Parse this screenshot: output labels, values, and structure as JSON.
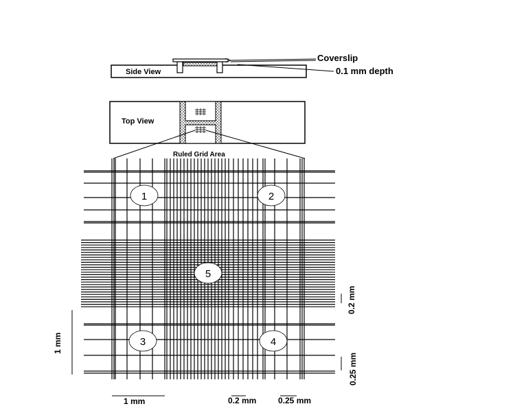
{
  "labels": {
    "coverslip": "Coverslip",
    "depth": "0.1 mm depth",
    "side_view": "Side View",
    "top_view": "Top View",
    "ruled_grid_area": "Ruled Grid Area",
    "square_1": "1",
    "square_2": "2",
    "square_3": "3",
    "square_4": "4",
    "square_5": "5",
    "dim_1mm_vertical": "1 mm",
    "dim_1mm_horizontal": "1 mm",
    "dim_02mm_horizontal": "0.2 mm",
    "dim_025mm_horizontal": "0.25 mm",
    "dim_02mm_vertical": "0.2 mm",
    "dim_025mm_vertical": "0.25 mm"
  },
  "colors": {
    "line": "#000000",
    "background": "#ffffff",
    "chamber_hatch": "#555555"
  }
}
